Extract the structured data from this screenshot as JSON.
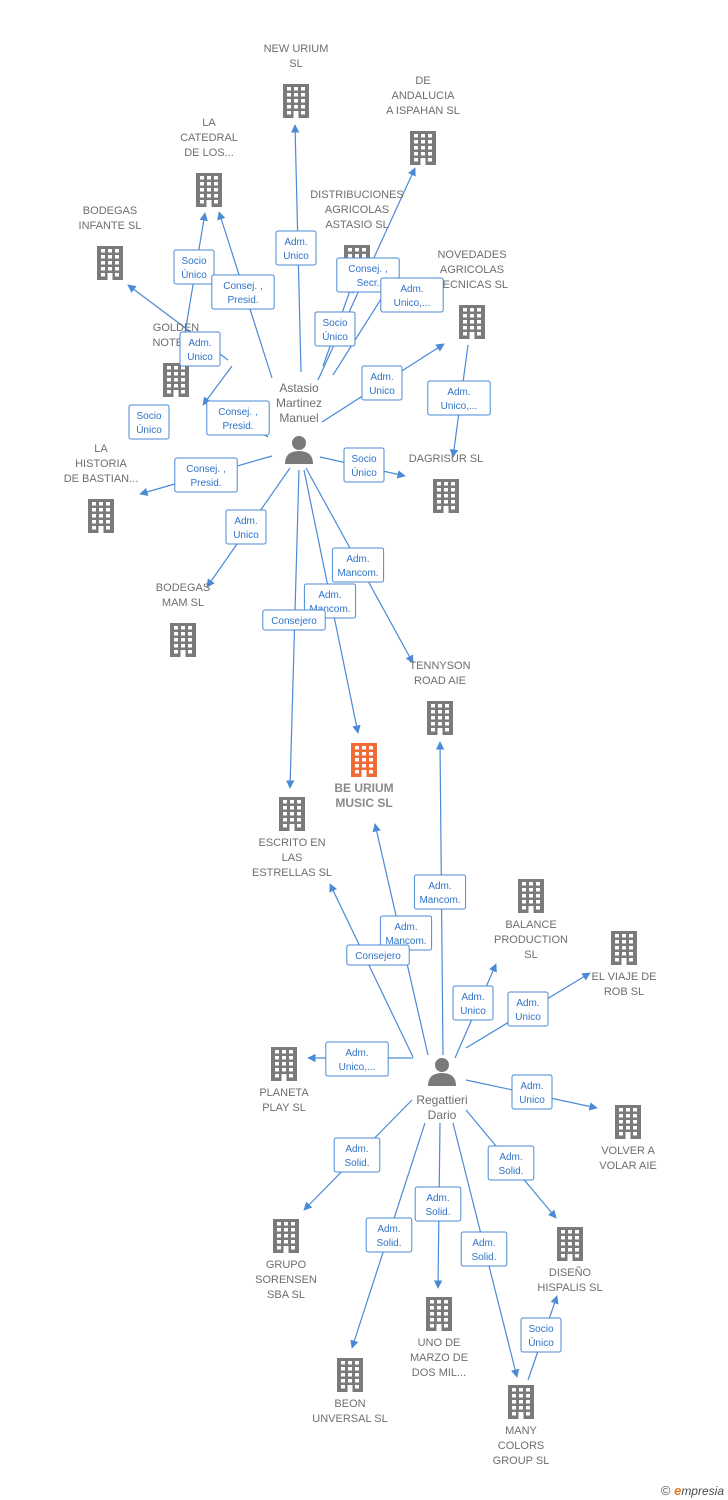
{
  "colors": {
    "edge": "#4a8ad6",
    "company_icon": "#7a7a7a",
    "focus_company_icon": "#f26a35",
    "person_icon": "#7a7a7a",
    "label_text": "#6e6e6e"
  },
  "persons": [
    {
      "id": "astasio",
      "lines": [
        "Astasio",
        "Martinez",
        "Manuel"
      ]
    },
    {
      "id": "regattieri",
      "lines": [
        "Regattieri",
        "Dario"
      ]
    }
  ],
  "companies": [
    {
      "id": "new_urium",
      "lines": [
        "NEW URIUM",
        "SL"
      ],
      "icon": "building-icon"
    },
    {
      "id": "de_andalucia",
      "lines": [
        "DE",
        "ANDALUCIA",
        "A ISPAHAN SL"
      ],
      "icon": "building-icon"
    },
    {
      "id": "la_catedral",
      "lines": [
        "LA",
        "CATEDRAL",
        "DE LOS..."
      ],
      "icon": "building-icon"
    },
    {
      "id": "distribuciones",
      "lines": [
        "DISTRIBUCIONES",
        "AGRICOLAS",
        "ASTASIO SL"
      ],
      "icon": "building-icon"
    },
    {
      "id": "bodegas_infante",
      "lines": [
        "BODEGAS",
        "INFANTE SL"
      ],
      "icon": "building-icon"
    },
    {
      "id": "novedades",
      "lines": [
        "NOVEDADES",
        "AGRICOLAS",
        "TECNICAS SL"
      ],
      "icon": "building-icon"
    },
    {
      "id": "golden_notes",
      "lines": [
        "GOLDEN",
        "NOTES..."
      ],
      "icon": "building-icon"
    },
    {
      "id": "la_historia",
      "lines": [
        "LA",
        "HISTORIA",
        "DE BASTIAN..."
      ],
      "icon": "building-icon"
    },
    {
      "id": "dagrisur",
      "lines": [
        "DAGRISUR SL"
      ],
      "icon": "building-icon"
    },
    {
      "id": "bodegas_mam",
      "lines": [
        "BODEGAS",
        "MAM SL"
      ],
      "icon": "building-icon"
    },
    {
      "id": "tennyson",
      "lines": [
        "TENNYSON",
        "ROAD AIE"
      ],
      "icon": "building-icon"
    },
    {
      "id": "be_urium",
      "lines": [
        "BE URIUM",
        "MUSIC SL"
      ],
      "icon": "building-icon",
      "focus": true
    },
    {
      "id": "escrito",
      "lines": [
        "ESCRITO EN",
        "LAS",
        "ESTRELLAS SL"
      ],
      "icon": "building-icon"
    },
    {
      "id": "balance",
      "lines": [
        "BALANCE",
        "PRODUCTION",
        "SL"
      ],
      "icon": "building-icon"
    },
    {
      "id": "el_viaje",
      "lines": [
        "EL VIAJE DE",
        "ROB SL"
      ],
      "icon": "building-icon"
    },
    {
      "id": "planeta",
      "lines": [
        "PLANETA",
        "PLAY SL"
      ],
      "icon": "building-icon"
    },
    {
      "id": "volver",
      "lines": [
        "VOLVER A",
        "VOLAR AIE"
      ],
      "icon": "building-icon"
    },
    {
      "id": "grupo_sorensen",
      "lines": [
        "GRUPO",
        "SORENSEN",
        "SBA SL"
      ],
      "icon": "building-icon"
    },
    {
      "id": "diseno",
      "lines": [
        "DISEÑO",
        "HISPALIS SL"
      ],
      "icon": "building-icon"
    },
    {
      "id": "uno_marzo",
      "lines": [
        "UNO DE",
        "MARZO DE",
        "DOS MIL..."
      ],
      "icon": "building-icon"
    },
    {
      "id": "beon",
      "lines": [
        "BEON",
        "UNVERSAL SL"
      ],
      "icon": "building-icon"
    },
    {
      "id": "many_colors",
      "lines": [
        "MANY",
        "COLORS",
        "GROUP SL"
      ],
      "icon": "building-icon"
    }
  ],
  "relations": [
    {
      "from": "astasio",
      "to": "new_urium",
      "lines": [
        "Adm.",
        "Unico"
      ]
    },
    {
      "from": "astasio",
      "to": "la_catedral",
      "lines": [
        "Socio",
        "Único"
      ]
    },
    {
      "from": "astasio",
      "to": "la_catedral",
      "lines": [
        "Consej. ,",
        "Presid."
      ]
    },
    {
      "from": "astasio",
      "to": "de_andalucia",
      "lines": [
        "Consej. ,",
        "Secr."
      ]
    },
    {
      "from": "astasio",
      "to": "distribuciones",
      "lines": [
        "Socio",
        "Único"
      ]
    },
    {
      "from": "astasio",
      "to": "distribuciones",
      "lines": [
        "Adm.",
        "Unico,..."
      ]
    },
    {
      "from": "astasio",
      "to": "bodegas_infante",
      "lines": [
        "Adm.",
        "Unico"
      ]
    },
    {
      "from": "astasio",
      "to": "golden_notes",
      "lines": [
        "Socio",
        "Único"
      ]
    },
    {
      "from": "astasio",
      "to": "golden_notes",
      "lines": [
        "Consej. ,",
        "Presid."
      ]
    },
    {
      "from": "astasio",
      "to": "novedades",
      "lines": [
        "Adm.",
        "Unico"
      ]
    },
    {
      "from": "novedades",
      "to": "dagrisur",
      "lines": [
        "Adm.",
        "Unico,..."
      ]
    },
    {
      "from": "astasio",
      "to": "la_historia",
      "lines": [
        "Consej. ,",
        "Presid."
      ]
    },
    {
      "from": "astasio",
      "to": "dagrisur",
      "lines": [
        "Socio",
        "Único"
      ]
    },
    {
      "from": "astasio",
      "to": "bodegas_mam",
      "lines": [
        "Adm.",
        "Unico"
      ]
    },
    {
      "from": "astasio",
      "to": "tennyson",
      "lines": [
        "Adm.",
        "Mancom."
      ]
    },
    {
      "from": "astasio",
      "to": "be_urium",
      "lines": [
        "Adm.",
        "Mancom."
      ]
    },
    {
      "from": "astasio",
      "to": "escrito",
      "lines": [
        "Consejero"
      ]
    },
    {
      "from": "regattieri",
      "to": "tennyson",
      "lines": [
        "Adm.",
        "Mancom."
      ]
    },
    {
      "from": "regattieri",
      "to": "be_urium",
      "lines": [
        "Adm.",
        "Mancom."
      ]
    },
    {
      "from": "regattieri",
      "to": "escrito",
      "lines": [
        "Consejero"
      ]
    },
    {
      "from": "regattieri",
      "to": "balance",
      "lines": [
        "Adm.",
        "Unico"
      ]
    },
    {
      "from": "regattieri",
      "to": "el_viaje",
      "lines": [
        "Adm.",
        "Unico"
      ]
    },
    {
      "from": "regattieri",
      "to": "planeta",
      "lines": [
        "Adm.",
        "Unico,..."
      ]
    },
    {
      "from": "regattieri",
      "to": "volver",
      "lines": [
        "Adm.",
        "Unico"
      ]
    },
    {
      "from": "regattieri",
      "to": "grupo_sorensen",
      "lines": [
        "Adm.",
        "Solid."
      ]
    },
    {
      "from": "regattieri",
      "to": "diseno",
      "lines": [
        "Adm.",
        "Solid."
      ]
    },
    {
      "from": "regattieri",
      "to": "uno_marzo",
      "lines": [
        "Adm.",
        "Solid."
      ]
    },
    {
      "from": "regattieri",
      "to": "beon",
      "lines": [
        "Adm.",
        "Solid."
      ]
    },
    {
      "from": "regattieri",
      "to": "many_colors",
      "lines": [
        "Adm.",
        "Solid."
      ]
    },
    {
      "from": "many_colors",
      "to": "diseno",
      "lines": [
        "Socio",
        "Único"
      ]
    }
  ],
  "brand": {
    "copyright": "©",
    "e": "e",
    "rest": "mpresia"
  }
}
